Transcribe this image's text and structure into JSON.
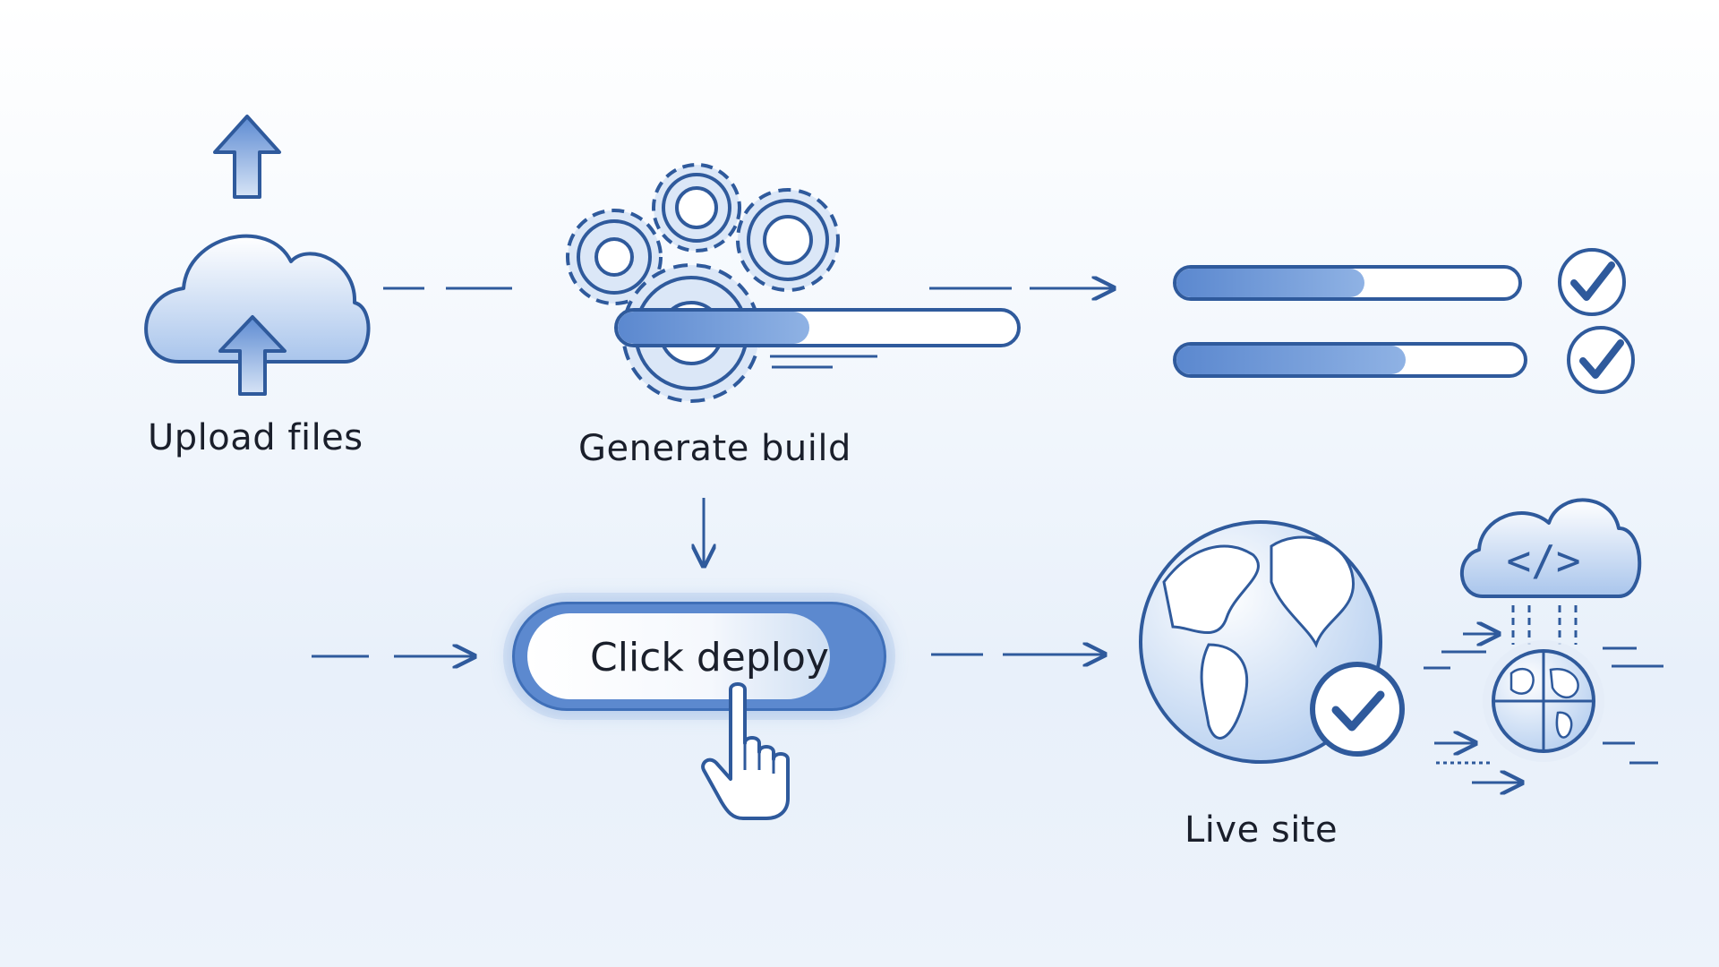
{
  "steps": {
    "upload": {
      "label": "Upload files",
      "icon": "cloud-upload-icon"
    },
    "build": {
      "label": "Generate build",
      "icon": "gears-icon",
      "progress": 0.48
    },
    "deploy": {
      "label": "Click deploy",
      "icon": "hand-pointer-icon"
    },
    "live": {
      "label": "Live site",
      "icon": "globe-check-icon"
    }
  },
  "checks": [
    {
      "progress": 0.55,
      "status": "done",
      "icon": "check-circle-icon"
    },
    {
      "progress": 0.66,
      "status": "done",
      "icon": "check-circle-icon"
    }
  ],
  "code_glyph": "</>",
  "colors": {
    "accent": "#3f6fb8",
    "accent_light": "#8fb2e4",
    "line": "#2f5a9c",
    "fill_light": "#dbe7f7"
  }
}
